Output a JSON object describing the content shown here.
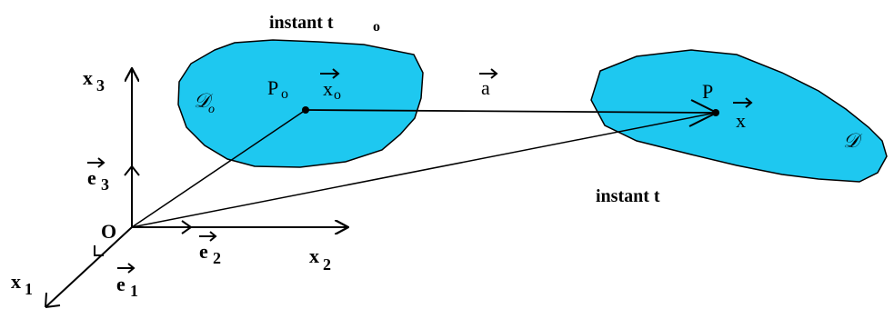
{
  "colors": {
    "region_fill": "#1ec8f0",
    "stroke": "#000000",
    "background": "#ffffff"
  },
  "labels": {
    "instant_t0": "instant  t",
    "instant_t0_sub": "o",
    "instant_t": "instant  t",
    "origin": "O",
    "x1": "x",
    "x1_sub": "1",
    "x2": "x",
    "x2_sub": "2",
    "x3": "x",
    "x3_sub": "3",
    "e1": "e",
    "e1_sub": "1",
    "e2": "e",
    "e2_sub": "2",
    "e3": "e",
    "e3_sub": "3",
    "p0": "P",
    "p0_sub": "o",
    "x0_vec": "x",
    "x0_sub": "o",
    "a_vec": "a",
    "p": "P",
    "x_vec": "x",
    "d0": "𝒟",
    "d0_sub": "o",
    "d": "𝒟"
  }
}
